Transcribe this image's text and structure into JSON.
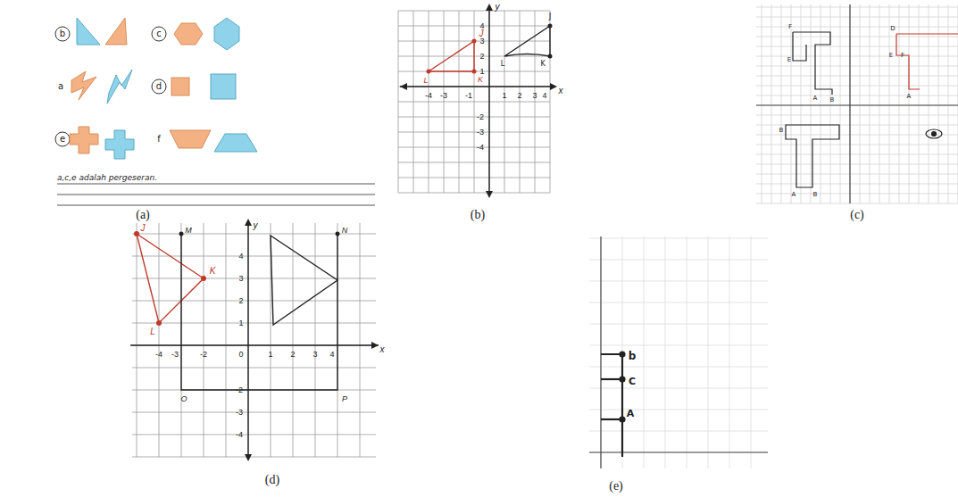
{
  "diagram": {
    "labels": [
      "b",
      "c",
      "a",
      "d",
      "e",
      "f",
      "a,c,e adalah pergeseran.",
      "(a)",
      "y",
      "x",
      "4",
      "3",
      "2",
      "1",
      "-2",
      "-3",
      "-4",
      "-4",
      "-3",
      "-1",
      "1",
      "2",
      "3",
      "4",
      "J",
      "K",
      "L",
      "J",
      "L",
      "K",
      "(b)",
      "F",
      "E",
      "A",
      "B",
      "D",
      "E",
      "F",
      "A",
      "B",
      "A",
      "B",
      "(c)",
      "J",
      "M",
      "K",
      "L",
      "N",
      "O",
      "P",
      "y",
      "x",
      "4",
      "3",
      "2",
      "1",
      "-2",
      "-3",
      "-4",
      "-4",
      "-3",
      "-2",
      "0",
      "1",
      "2",
      "3",
      "4",
      "(d)",
      "b",
      "C",
      "A",
      "(e)"
    ]
  }
}
